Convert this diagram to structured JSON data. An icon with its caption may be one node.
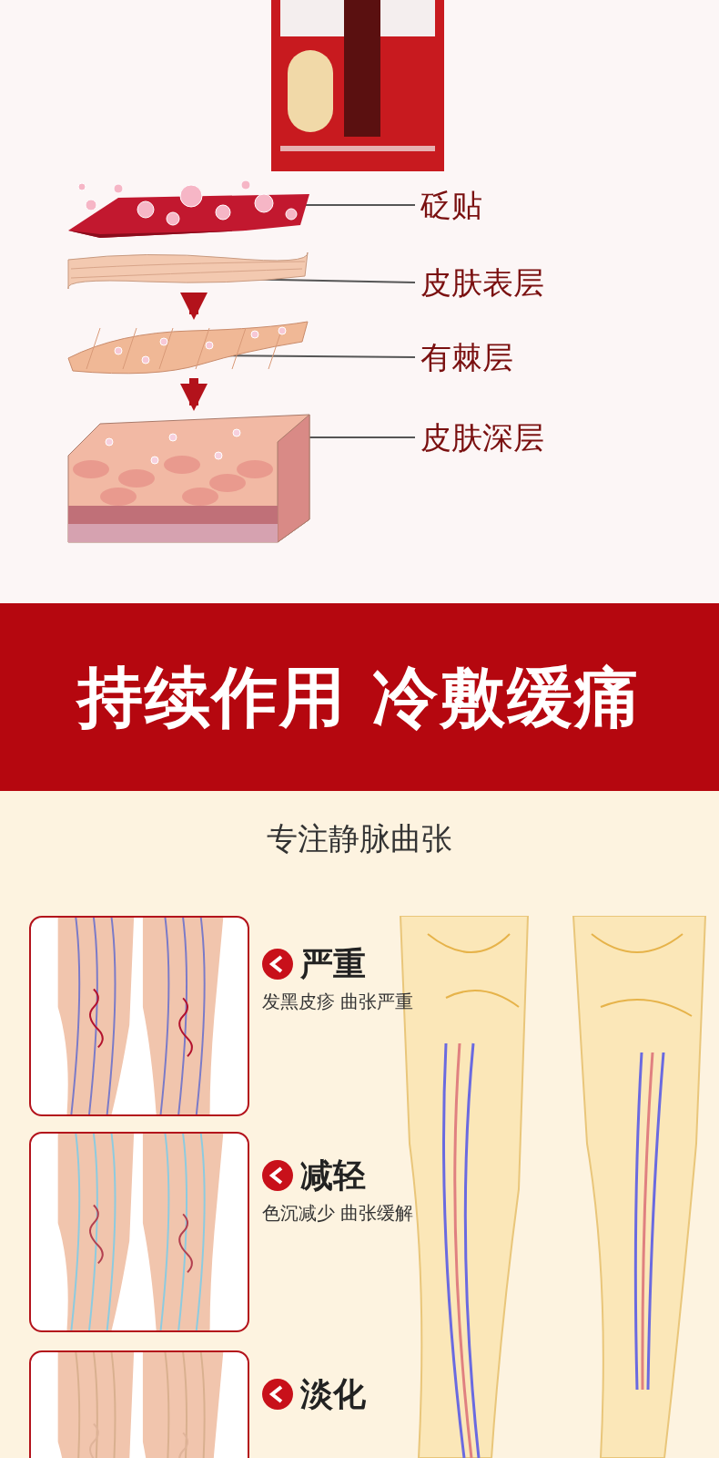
{
  "diagram": {
    "nodes": [
      {
        "text": [],
        "shape": "picture"
      },
      {
        "text": [],
        "shape": "picture"
      },
      {
        "text": [
          "砭贴"
        ]
      },
      {
        "text": [],
        "shape": "picture"
      },
      {
        "text": [
          "皮肤表层"
        ]
      },
      {
        "text": [],
        "shape": "picture"
      },
      {
        "text": [
          "有棘层"
        ]
      },
      {
        "text": [],
        "shape": "picture"
      },
      {
        "text": [
          "皮肤深层"
        ]
      },
      {
        "text": [
          "持续作用 冷敷缓痛"
        ]
      }
    ],
    "edges": [
      {
        "from": 2,
        "to": 1,
        "arrow": "none"
      },
      {
        "from": 4,
        "to": 3,
        "arrow": "none"
      },
      {
        "from": 6,
        "to": 5,
        "arrow": "none"
      },
      {
        "from": 8,
        "to": 7,
        "arrow": "none"
      },
      {
        "from": 3,
        "to": 5,
        "arrow": "to",
        "style": "thick",
        "color": "#b3121b"
      },
      {
        "from": 5,
        "to": 7,
        "arrow": "to",
        "style": "thick",
        "color": "#b3121b"
      }
    ],
    "labels": [
      "专注静脉曲张",
      "严重",
      "发黑皮疹 曲张严重",
      "减轻",
      "色沉减少 曲张缓解",
      "淡化"
    ]
  }
}
